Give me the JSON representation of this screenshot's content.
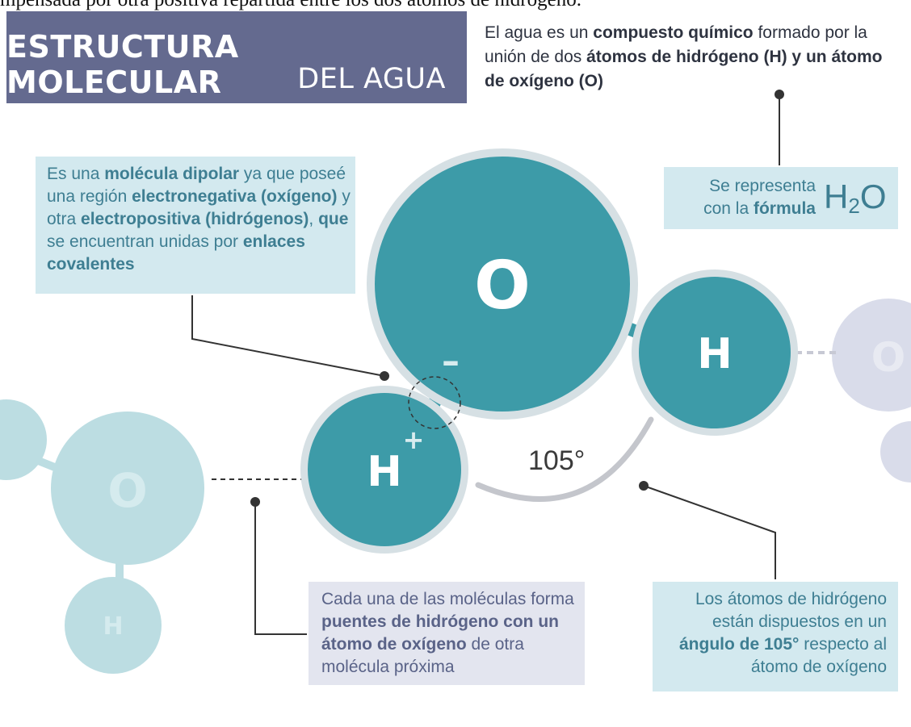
{
  "top_caption": "mpensada por otra positiva repartida entre los dos átomos de hidrógeno.",
  "title": {
    "line1": "ESTRUCTURA MOLECULAR",
    "line2": "DEL AGUA"
  },
  "intro": {
    "p1": "El agua es un ",
    "b1": "compuesto químico",
    "p2": " formado por la unión de dos ",
    "b2": "átomos de hidrógeno (H) y un átomo de oxígeno (O)"
  },
  "formula_box": {
    "text1": "Se representa",
    "text2": "con la ",
    "text2_bold": "fórmula",
    "symbol_main": "H",
    "symbol_sub": "2",
    "symbol_end": "O"
  },
  "dipolar_box": {
    "s1": "Es una ",
    "b1": "molécula dipolar",
    "s2": " ya que poseé una región ",
    "b2": "electronegativa (oxígeno)",
    "s3": " y otra ",
    "b3": "electropositiva (hidrógenos)",
    "s4": ", ",
    "b4": "que",
    "s5": " se encuentran unidas por ",
    "b5": "enlaces covalentes"
  },
  "bridges_box": {
    "s1": "Cada una de las moléculas forma ",
    "b1": "puentes de hidrógeno con un átomo de oxígeno",
    "s2": " de otra molécula próxima"
  },
  "angle_box": {
    "s1": "Los átomos de hidrógeno están dispuestos en un ",
    "b1": "ángulo de 105°",
    "s2": " respecto al átomo de oxígeno"
  },
  "angle_label": "105°",
  "atoms": {
    "oxygen_main": "O",
    "hydrogen_right": "H",
    "hydrogen_left": "H",
    "oxygen_left": "O",
    "hydrogen_bottom_left": "H",
    "oxygen_right": "O",
    "minus_sign": "–",
    "plus_sign": "+"
  },
  "colors": {
    "title_bg": "#646a8f",
    "atom_main": "#3d9ba8",
    "atom_ring": "#d6e0e4",
    "atom_faded": "#bcdde2",
    "atom_faded_right": "#d9dcea",
    "info_box": "#d3e9ef",
    "info_box_alt": "#e3e5ef"
  }
}
